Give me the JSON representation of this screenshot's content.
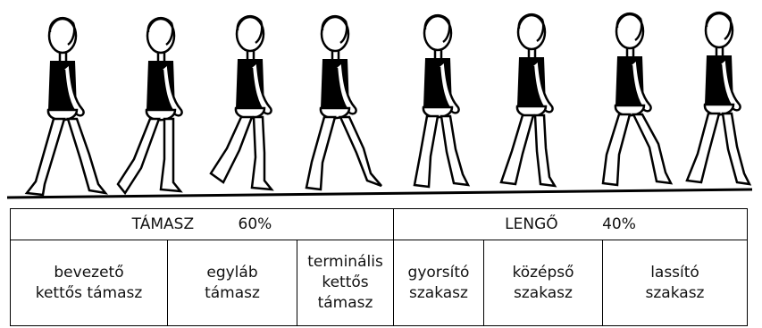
{
  "phases": [
    {
      "name": "TÁMASZ",
      "percent": "60%"
    },
    {
      "name": "LENGŐ",
      "percent": "40%"
    }
  ],
  "subphases": [
    {
      "lines": [
        "bevezető",
        "kettős támasz"
      ]
    },
    {
      "lines": [
        "egyláb",
        "támasz"
      ]
    },
    {
      "lines": [
        "terminális",
        "kettős",
        "támasz"
      ]
    },
    {
      "lines": [
        "gyorsító",
        "szakasz"
      ]
    },
    {
      "lines": [
        "középső",
        "szakasz"
      ]
    },
    {
      "lines": [
        "lassító",
        "szakasz"
      ]
    }
  ]
}
